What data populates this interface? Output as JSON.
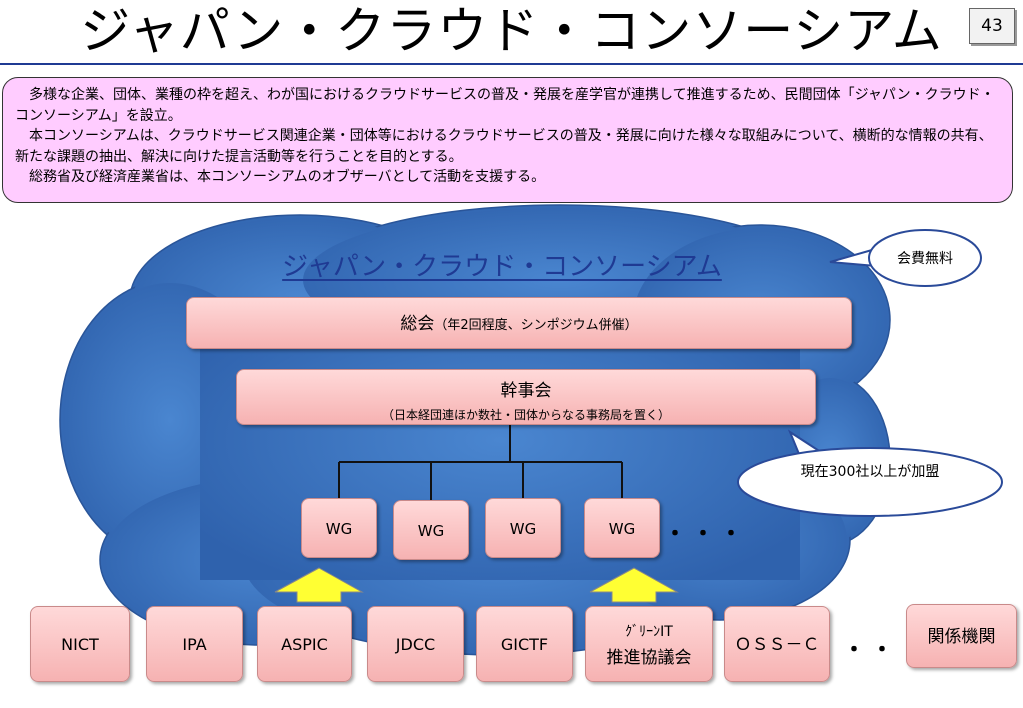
{
  "title": "ジャパン・クラウド・コンソーシアム",
  "page_number": "43",
  "intro": {
    "p1": "　多様な企業、団体、業種の枠を超え、わが国におけるクラウドサービスの普及・発展を産学官が連携して推進するため、民間団体「ジャパン・クラウド・コンソーシアム」を設立。",
    "p2": "　本コンソーシアムは、クラウドサービス関連企業・団体等におけるクラウドサービスの普及・発展に向けた様々な取組みについて、横断的な情報の共有、新たな課題の抽出、解決に向けた提言活動等を行うことを目的とする。",
    "p3": "　総務省及び経済産業省は、本コンソーシアムのオブザーバとして活動を支援する。"
  },
  "diagram": {
    "cloud_title": "ジャパン・クラウド・コンソーシアム",
    "general_meeting": {
      "label": "総会",
      "sub": "（年2回程度、シンポジウム併催）"
    },
    "executive_committee": {
      "label": "幹事会",
      "sub": "（日本経団連ほか数社・団体からなる事務局を置く）"
    },
    "wgs": [
      "WG",
      "WG",
      "WG",
      "WG"
    ],
    "wg_more": "・・・",
    "callout_fee": "会費無料",
    "callout_members": "現在300社以上が加盟",
    "orgs": [
      "NICT",
      "IPA",
      "ASPIC",
      "JDCC",
      "GICTF"
    ],
    "green_it_line1": "ｸﾞﾘｰﾝIT",
    "green_it_line2": "推進協議会",
    "oss": "ＯＳＳ－Ｃ",
    "org_more": "・・・",
    "related": "関係機関",
    "colors": {
      "cloud": "#3f78c4",
      "intro_bg": "#ffccff",
      "box_pink": "#f8bcbc",
      "arrow_yellow": "#ffff33",
      "title_blue": "#1f3a93"
    }
  }
}
